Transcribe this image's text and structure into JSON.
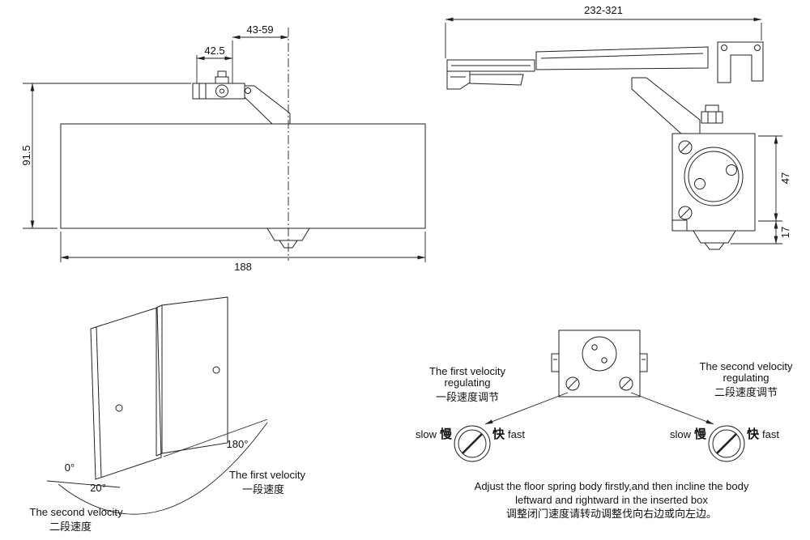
{
  "side_view": {
    "dim_arm_min_max": "43-59",
    "dim_mount_offset": "42.5",
    "dim_height": "91.5",
    "dim_body_length": "188"
  },
  "arm_view": {
    "dim_arm_length_range": "232-321",
    "dim_body_height": "47",
    "dim_spindle_height": "17"
  },
  "door_swing": {
    "angle_closed": "0°",
    "angle_second_stage": "20°",
    "angle_open": "180°",
    "first_velocity_en": "The first velocity",
    "first_velocity_zh": "一段速度",
    "second_velocity_en": "The second velocity",
    "second_velocity_zh": "二段速度"
  },
  "adjustment": {
    "first_regulator": {
      "line1": "The first velocity",
      "line2": "regulating",
      "line3": "一段速度调节"
    },
    "second_regulator": {
      "line1": "The second velocity",
      "line2": "regulating",
      "line3": "二段速度调节"
    },
    "dial_slow_en": "slow",
    "dial_slow_zh": "慢",
    "dial_fast_zh": "快",
    "dial_fast_en": "fast",
    "note_line1": "Adjust the floor spring body firstly,and then incline the body",
    "note_line2": "leftward and rightward in the inserted box",
    "note_line3": "调整闭门速度请转动调整伐向右边或向左边。"
  },
  "colors": {
    "line": "#222222",
    "text": "#111111",
    "background": "#ffffff"
  }
}
